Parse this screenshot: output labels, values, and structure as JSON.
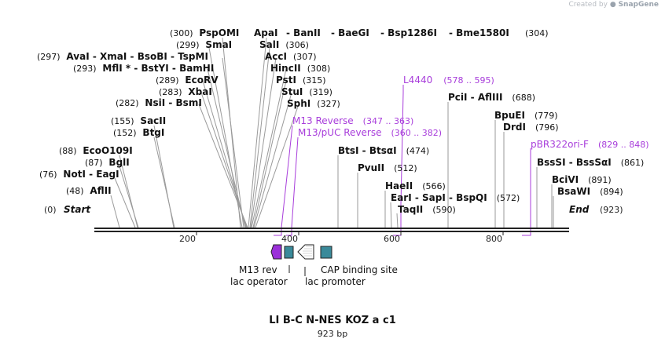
{
  "credit": {
    "prefix": "Created by",
    "brand": "SnapGene"
  },
  "map": {
    "name": "LI B-C N-NES KOZ a c1",
    "length_label": "923 bp",
    "length_bp": 923,
    "origin_label": "Start",
    "end_label": "End",
    "origin_pos": "(0)",
    "end_pos": "(923)",
    "ticks": [
      "200",
      "400",
      "600",
      "800"
    ]
  },
  "enzymes_left": [
    {
      "pos": "(300)",
      "parts": [
        "PspOMI",
        "ApaI",
        "BanII",
        "BaeGI",
        "Bsp1286I",
        "Bme1580I"
      ],
      "pos_after": "(304)"
    },
    {
      "pos": "(299)",
      "parts": [
        "SmaI"
      ]
    },
    {
      "pos": "(297)",
      "parts": [
        "AvaI",
        "XmaI",
        "BsoBI",
        "TspMI"
      ]
    },
    {
      "pos": "(293)",
      "parts": [
        "MflI *",
        "BstYI",
        "BamHI"
      ]
    },
    {
      "pos": "(289)",
      "parts": [
        "EcoRV"
      ]
    },
    {
      "pos": "(283)",
      "parts": [
        "XbaI"
      ]
    },
    {
      "pos": "(282)",
      "parts": [
        "NsiI",
        "BsmI"
      ]
    },
    {
      "pos": "(155)",
      "parts": [
        "SacII"
      ]
    },
    {
      "pos": "(152)",
      "parts": [
        "BtgI"
      ]
    },
    {
      "pos": "(88)",
      "parts": [
        "EcoO109I"
      ]
    },
    {
      "pos": "(87)",
      "parts": [
        "BglI"
      ]
    },
    {
      "pos": "(76)",
      "parts": [
        "NotI",
        "EagI"
      ]
    },
    {
      "pos": "(48)",
      "parts": [
        "AflII"
      ]
    }
  ],
  "enzymes_mid": [
    {
      "name": "SalI",
      "pos": "(306)"
    },
    {
      "name": "AccI",
      "pos": "(307)"
    },
    {
      "name": "HincII",
      "pos": "(308)"
    },
    {
      "name": "PstI",
      "pos": "(315)"
    },
    {
      "name": "StuI",
      "pos": "(319)"
    },
    {
      "name": "SphI",
      "pos": "(327)"
    }
  ],
  "enzymes_right": [
    {
      "parts": [
        "PciI",
        "AflIII"
      ],
      "pos": "(688)"
    },
    {
      "parts": [
        "BpuEI"
      ],
      "pos": "(779)"
    },
    {
      "parts": [
        "DrdI"
      ],
      "pos": "(796)"
    },
    {
      "parts": [
        "BtsI",
        "BtsαI"
      ],
      "pos": "(474)"
    },
    {
      "parts": [
        "PvuII"
      ],
      "pos": "(512)"
    },
    {
      "parts": [
        "HaeII"
      ],
      "pos": "(566)"
    },
    {
      "parts": [
        "EarI",
        "SapI",
        "BspQI"
      ],
      "pos": "(572)"
    },
    {
      "parts": [
        "TaqII"
      ],
      "pos": "(590)"
    },
    {
      "parts": [
        "BssSI",
        "BssSαI"
      ],
      "pos": "(861)"
    },
    {
      "parts": [
        "BciVI"
      ],
      "pos": "(891)"
    },
    {
      "parts": [
        "BsaWI"
      ],
      "pos": "(894)"
    }
  ],
  "primers": [
    {
      "name": "L4440",
      "range": "(578 .. 595)"
    },
    {
      "name": "M13 Reverse",
      "range": "(347 .. 363)"
    },
    {
      "name": "M13/pUC Reverse",
      "range": "(360 .. 382)"
    },
    {
      "name": "pBR322ori-F",
      "range": "(829 .. 848)"
    }
  ],
  "features": [
    {
      "label": "M13 rev",
      "color": "#9b30d9"
    },
    {
      "label": "lac operator",
      "color": "#3a8a9a"
    },
    {
      "label": "lac promoter",
      "color": "#ffffff"
    },
    {
      "label": "CAP binding site",
      "color": "#3a8a9a"
    }
  ],
  "colors": {
    "primer": "#a83ddb",
    "backbone": "#222222",
    "leader": "#9a9a9a"
  }
}
